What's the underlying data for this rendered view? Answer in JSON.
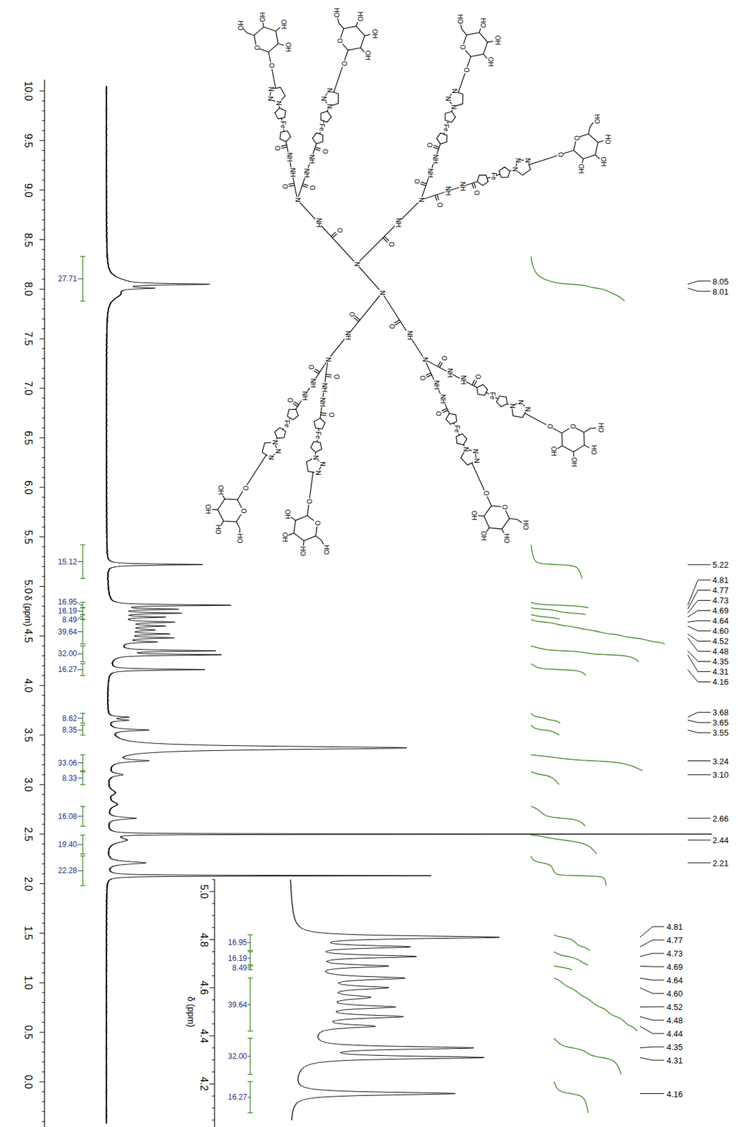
{
  "diagram": {
    "labels": [
      "10.0",
      "9.5",
      "9.0",
      "8.5",
      "8.0",
      "7.5",
      "7.0",
      "6.5",
      "6.0",
      "5.5",
      "5.0",
      "4.5",
      "4.0",
      "3.5",
      "3.0",
      "2.5",
      "2.0",
      "1.5",
      "1.0",
      "0.5",
      "0.0",
      "δ (ppm)",
      "27.71",
      "15.12",
      "16.95",
      "16.19",
      "8.49",
      "39.64",
      "32.00",
      "16.27",
      "8.62",
      "8.35",
      "33.06",
      "8.33",
      "16.08",
      "19.40",
      "22.28",
      "8.05",
      "8.01",
      "5.22",
      "4.81",
      "4.77",
      "4.73",
      "4.69",
      "4.64",
      "4.60",
      "4.52",
      "4.48",
      "4.35",
      "4.31",
      "4.16",
      "3.68",
      "3.65",
      "3.55",
      "3.24",
      "3.10",
      "2.66",
      "2.44",
      "2.21",
      "5.0",
      "4.8",
      "4.6",
      "4.4",
      "4.2",
      "δ (ppm)",
      "16.95",
      "16.19",
      "8.49",
      "39.64",
      "32.00",
      "16.27",
      "4.81",
      "4.77",
      "4.73",
      "4.69",
      "4.64",
      "4.60",
      "4.52",
      "4.48",
      "4.44",
      "4.35",
      "4.31",
      "4.16",
      "N",
      "N",
      "O",
      "NH",
      "N",
      "O",
      "NH",
      "N",
      "O",
      "NH",
      "N",
      "O",
      "NH",
      "N",
      "O",
      "NH",
      "NH",
      "O",
      "Fe",
      "N",
      "N",
      "N",
      "O",
      "O",
      "HO",
      "HO",
      "OH",
      "OH",
      "O",
      "NH",
      "NH",
      "O",
      "Fe",
      "N",
      "N",
      "N",
      "O",
      "O",
      "HO",
      "HO",
      "OH",
      "OH",
      "O",
      "NH",
      "NH",
      "O",
      "Fe",
      "N",
      "N",
      "N",
      "O",
      "O",
      "HO",
      "HO",
      "OH",
      "OH",
      "O",
      "NH",
      "NH",
      "O",
      "Fe",
      "N",
      "N",
      "N",
      "O",
      "O",
      "HO",
      "HO",
      "OH",
      "OH",
      "O",
      "NH",
      "NH",
      "O",
      "Fe",
      "N",
      "N",
      "N",
      "O",
      "O",
      "HO",
      "HO",
      "OH",
      "OH",
      "O",
      "NH",
      "NH",
      "O",
      "Fe",
      "N",
      "N",
      "N",
      "O",
      "O",
      "HO",
      "HO",
      "OH",
      "OH",
      "O",
      "NH",
      "NH",
      "O",
      "Fe",
      "N",
      "N",
      "N",
      "O",
      "O",
      "HO",
      "HO",
      "OH",
      "OH",
      "O",
      "NH",
      "NH",
      "O",
      "Fe",
      "N",
      "N",
      "N",
      "O",
      "O",
      "HO",
      "HO",
      "OH",
      "OH"
    ]
  }
}
